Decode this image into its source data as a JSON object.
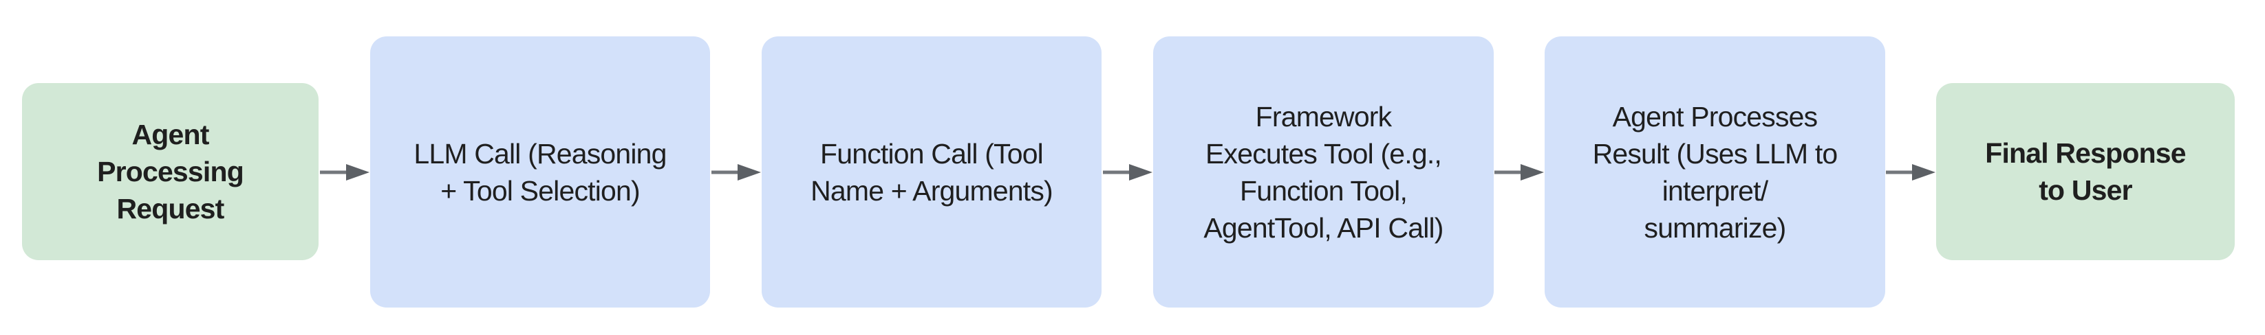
{
  "diagram": {
    "type": "flowchart",
    "direction": "left-to-right",
    "nodes": [
      {
        "id": "agent-processing-request",
        "kind": "terminal",
        "label": "Agent\nProcessing\nRequest"
      },
      {
        "id": "llm-call",
        "kind": "process",
        "label": "LLM Call (Reasoning\n+ Tool Selection)"
      },
      {
        "id": "function-call",
        "kind": "process",
        "label": "Function Call (Tool\nName + Arguments)"
      },
      {
        "id": "framework-executes-tool",
        "kind": "process",
        "label": "Framework\nExecutes Tool (e.g.,\nFunction Tool,\nAgentTool, API Call)"
      },
      {
        "id": "agent-processes-result",
        "kind": "process",
        "label": "Agent Processes\nResult (Uses LLM to\ninterpret/\nsummarize)"
      },
      {
        "id": "final-response-to-user",
        "kind": "terminal",
        "label": "Final Response\nto User"
      }
    ],
    "edges": [
      {
        "from": "agent-processing-request",
        "to": "llm-call"
      },
      {
        "from": "llm-call",
        "to": "function-call"
      },
      {
        "from": "function-call",
        "to": "framework-executes-tool"
      },
      {
        "from": "framework-executes-tool",
        "to": "agent-processes-result"
      },
      {
        "from": "agent-processes-result",
        "to": "final-response-to-user"
      }
    ]
  },
  "colors": {
    "bg": "#ffffff",
    "node-terminal": "#d2e8d6",
    "node-process": "#d3e1fa",
    "text": "#1f1f1f",
    "arrow-line": "#73777c",
    "arrow-head": "#5c6065"
  }
}
